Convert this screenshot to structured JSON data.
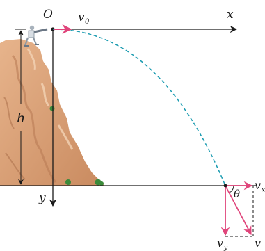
{
  "diagram": {
    "origin_label": "O",
    "x_axis_label": "x",
    "y_axis_label": "y",
    "height_label": "h",
    "initial_velocity": {
      "symbol": "v",
      "subscript": "0"
    },
    "landing_velocity": {
      "vx": {
        "symbol": "v",
        "subscript": "x"
      },
      "vy": {
        "symbol": "v",
        "subscript": "y"
      },
      "v": {
        "symbol": "v"
      },
      "angle": "θ"
    },
    "colors": {
      "axis": "#1a1a1a",
      "velocity_arrow": "#e0457b",
      "trajectory": "#1a9bb0",
      "cliff": "#d9a27a",
      "cliff_shadow": "#b97c55",
      "bush": "#3b8a3a"
    },
    "icons": [
      "person-icon",
      "cliff-icon",
      "bush-icon"
    ]
  }
}
